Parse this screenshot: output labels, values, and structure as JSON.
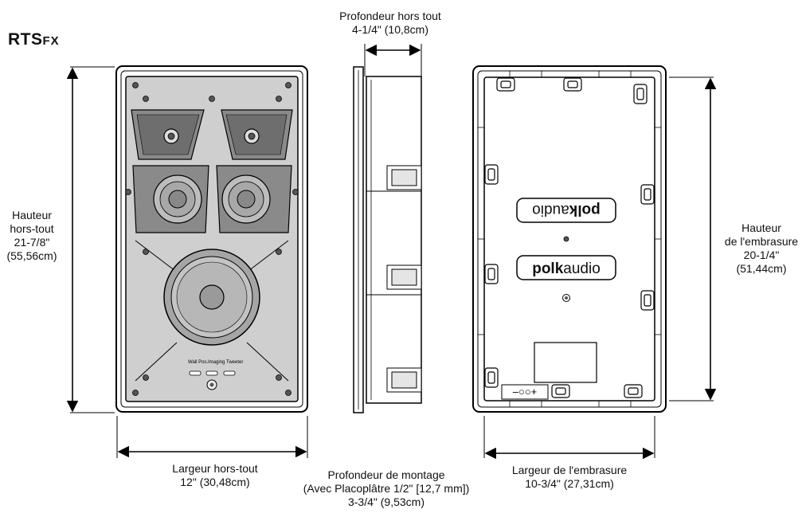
{
  "title": {
    "main": "RTS",
    "sub": "FX"
  },
  "front": {
    "height_label": [
      "Hauteur",
      "hors-tout",
      "21-7/8\"",
      "(55,56cm)"
    ],
    "width_label": [
      "Largeur hors-tout",
      "12\" (30,48cm)"
    ],
    "panel_text": {
      "wall_pos": "Wall Pos.",
      "imaging": "Imaging",
      "tweeter": "Tweeter"
    }
  },
  "side": {
    "depth_label": [
      "Profondeur hors tout",
      "4-1/4\" (10,8cm)"
    ],
    "mount_label": [
      "Profondeur de montage",
      "(Avec Placoplâtre 1/2\" [12,7 mm])",
      "3-3/4\" (9,53cm)"
    ]
  },
  "back": {
    "height_label": [
      "Hauteur",
      "de l'embrasure",
      "20-1/4\"",
      "(51,44cm)"
    ],
    "width_label": [
      "Largeur de l'embrasure",
      "10-3/4\" (27,31cm)"
    ],
    "logo_bold": "polk",
    "logo_light": "audio",
    "terminal": "–○○+"
  }
}
